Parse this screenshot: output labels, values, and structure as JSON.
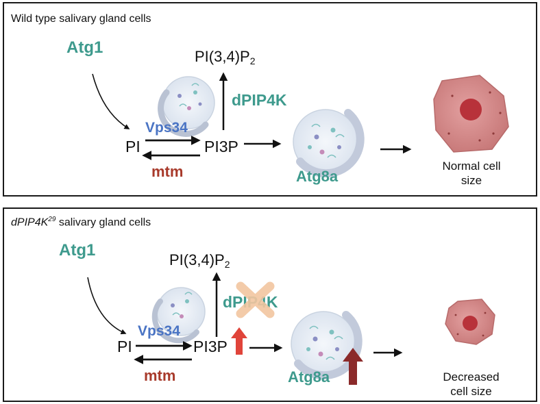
{
  "top": {
    "title": "Wild type salivary gland cells",
    "atg1": "Atg1",
    "pip_base": "PI(3,4)P",
    "pip_sub": "2",
    "dpip4k": "dPIP4K",
    "pi": "PI",
    "vps34": "Vps34",
    "pi3p": "PI3P",
    "mtm": "mtm",
    "atg8a": "Atg8a",
    "cell_line1": "Normal cell",
    "cell_line2": "size"
  },
  "bottom": {
    "title_italic": "dPIP4K",
    "title_sup": "29",
    "title_rest": " salivary gland cells",
    "atg1": "Atg1",
    "pip_base": "PI(3,4)P",
    "pip_sub": "2",
    "dpip4k": "dPIP4K",
    "pi": "PI",
    "vps34": "Vps34",
    "pi3p": "PI3P",
    "mtm": "mtm",
    "atg8a": "Atg8a",
    "cell_line1": "Decreased",
    "cell_line2": "cell size"
  },
  "colors": {
    "teal": "#3e9a8d",
    "blue": "#4a74c4",
    "mtm_red": "#a83a2b",
    "cross": "#f2c6a0",
    "up_arrow_light": "#e0443a",
    "up_arrow_dark": "#8b2a2a",
    "cell_fill": "#d98a8a",
    "nucleus": "#b8323a"
  }
}
